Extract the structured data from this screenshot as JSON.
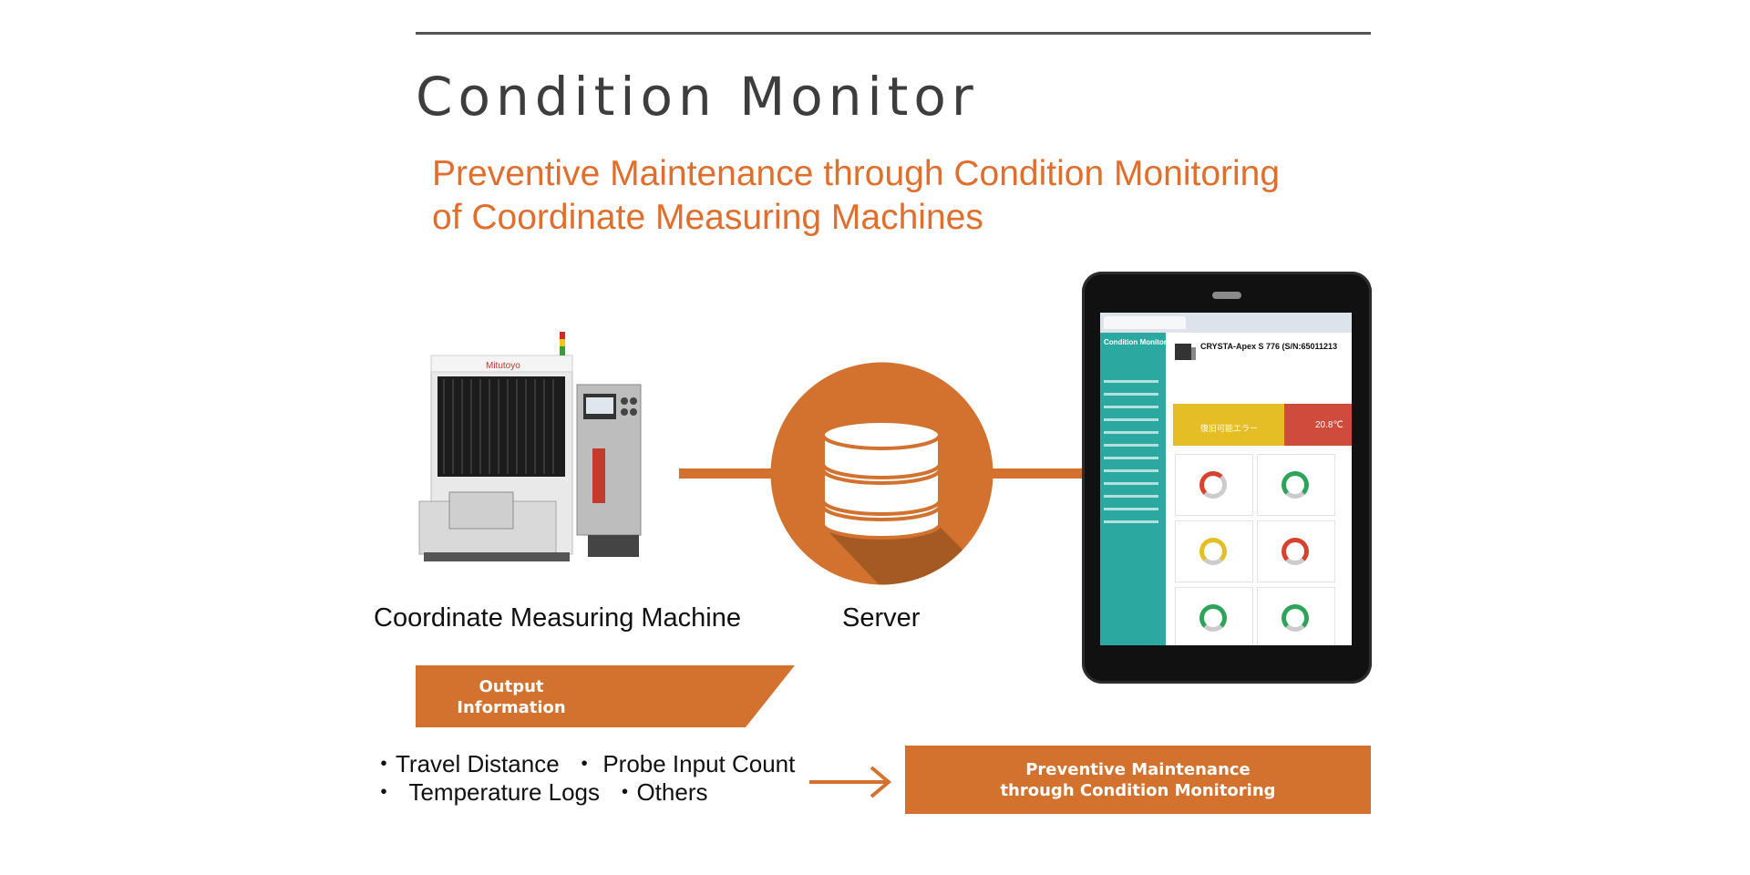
{
  "title": "Condition Monitor",
  "subtitle_line1": "Preventive Maintenance through Condition Monitoring",
  "subtitle_line2": "of Coordinate Measuring Machines",
  "machine": {
    "label": "Coordinate Measuring Machine",
    "brand": "Mitutoyo",
    "icon": "coordinate-measuring-machine-image"
  },
  "server": {
    "label": "Server",
    "icon": "database-icon"
  },
  "tablet": {
    "app_name": "Condition Monitor",
    "device_name": "CRYSTA-Apex S 776 (S/N:65011213",
    "status_text": "復旧可能エラー",
    "temperature_text": "20.8℃"
  },
  "output_info": {
    "label": "Output\nInformation"
  },
  "bullets": {
    "line1": "・Travel Distance  ・ Probe Input Count",
    "line2": "・  Temperature Logs  ・Others"
  },
  "result": {
    "label": "Preventive Maintenance\nthrough Condition Monitoring"
  },
  "colors": {
    "accent": "#d2722e",
    "subtitle": "#e06f2e",
    "sidebar": "#2ba8a0",
    "status_yellow": "#e5be26",
    "status_red": "#cf4b3c"
  }
}
